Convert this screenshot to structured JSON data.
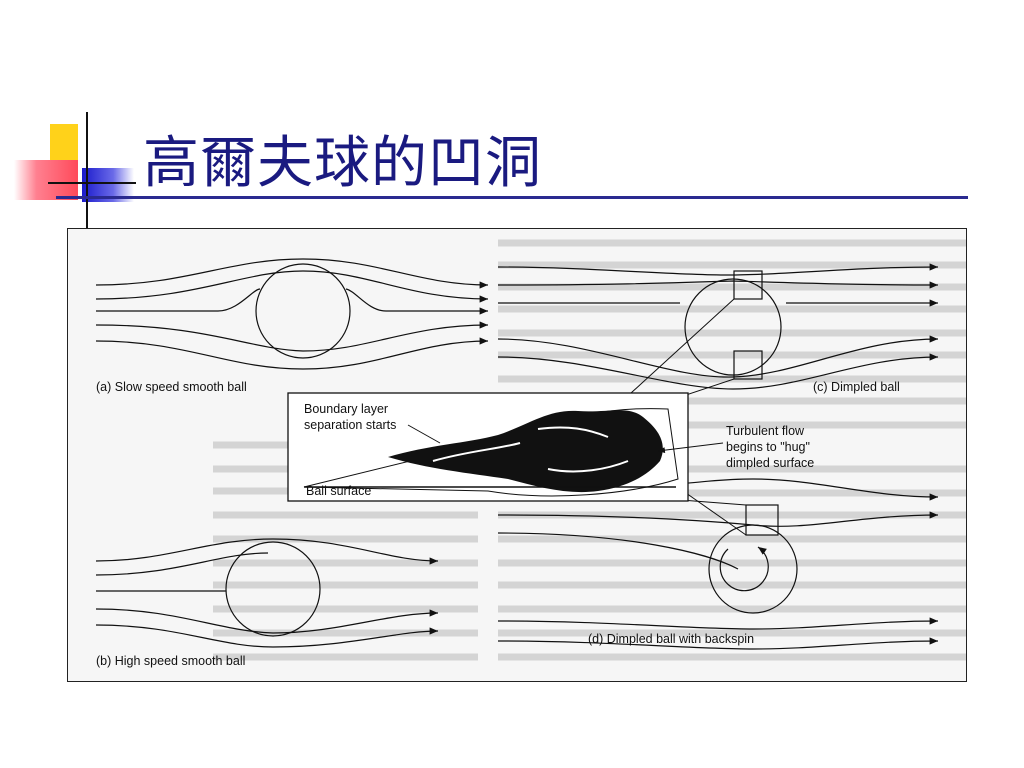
{
  "slide": {
    "title": "高爾夫球的凹洞"
  },
  "figure": {
    "labels": {
      "a": "(a) Slow speed smooth ball",
      "b": "(b) High speed smooth ball",
      "c": "(c) Dimpled ball",
      "d": "(d) Dimpled ball with backspin",
      "boundary_line1": "Boundary layer",
      "boundary_line2": "separation starts",
      "ball_surface": "Ball surface",
      "turbulent_line1": "Turbulent flow",
      "turbulent_line2": "begins to \"hug\"",
      "turbulent_line3": "dimpled surface"
    }
  },
  "colors": {
    "title": "#1a1a80",
    "rule": "#2a2a90",
    "deco_yellow": "#ffd21a",
    "deco_red": "#ff4a5a",
    "deco_blue": "#1a1acc"
  }
}
